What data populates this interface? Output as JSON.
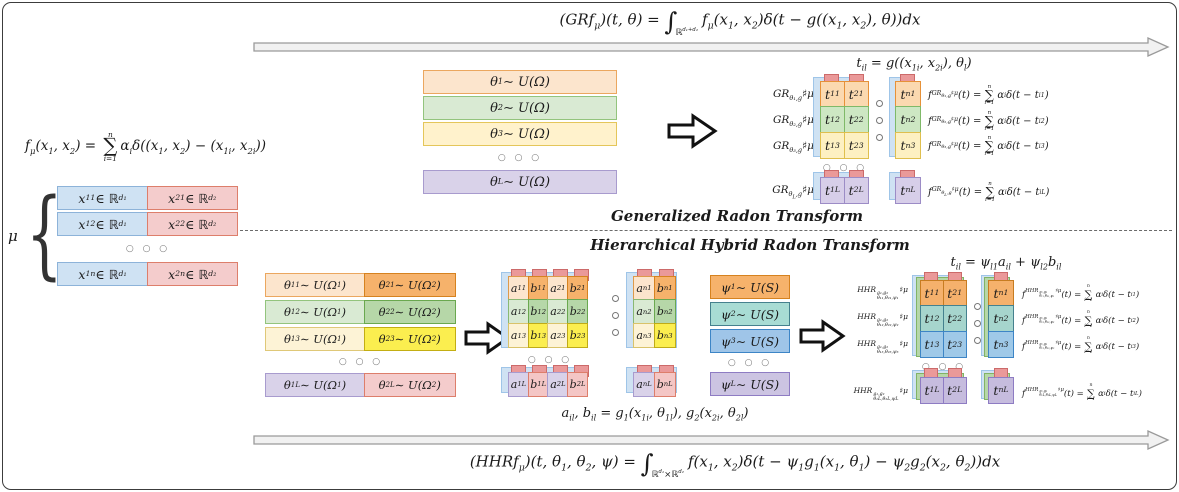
{
  "palette": {
    "frame_border": "#3c3c3c",
    "flow_arrow_fill": "#f1f1f1",
    "flow_arrow_stroke": "#9a9a9a",
    "backing_blue_fill": "#cfe2f3",
    "backing_blue_border": "#9fc5e8",
    "backing_green_fill": "#b6d7a8",
    "backing_green_border": "#82b366",
    "tab_red_fill": "#ea9999",
    "tab_red_border": "#cc6a6a"
  },
  "top": {
    "formula": "(GRf<sub>μ</sub>)(t, θ) = <span class='int'>∫</span><span class='isub'>ℝ<sup>d₁+d₂</sup></span>f<sub>μ</sub>(x<sub>1</sub>, x<sub>2</sub>)δ(t − g((x<sub>1</sub>, x<sub>2</sub>), θ))dx"
  },
  "left": {
    "formula": "f<sub>μ</sub>(x<sub>1</sub>, x<sub>2</sub>) = <span class='sum'><span>n</span><b>∑</b><span>i=1</span></span>α<sub>i</sub>δ((x<sub>1</sub>, x<sub>2</sub>) − (x<sub>1i</sub>, x<sub>2i</sub>))",
    "mu": "μ",
    "table": {
      "col1_fill": "#cfe2f3",
      "col1_border": "#8db3d9",
      "col2_fill": "#f4cccc",
      "col2_border": "#dd7e6b",
      "rows": [
        [
          "x<sub>11</sub> ∈ ℝ<sup>d₁</sup>",
          "x<sub>21</sub> ∈ ℝ<sup>d₂</sup>"
        ],
        [
          "x<sub>12</sub> ∈ ℝ<sup>d₁</sup>",
          "x<sub>22</sub> ∈ ℝ<sup>d₂</sup>"
        ]
      ],
      "dots": "○ ○ ○",
      "last_row": [
        "x<sub>1n</sub> ∈ ℝ<sup>d₁</sup>",
        "x<sub>2n</sub> ∈ ℝ<sup>d₂</sup>"
      ]
    }
  },
  "gr": {
    "section_label": "Generalized Radon Transform",
    "stack": {
      "rows": [
        {
          "text": "θ<sub>1</sub> ∼ U(Ω)",
          "fill": "#fce5cd",
          "border": "#eba75f"
        },
        {
          "text": "θ<sub>2</sub> ∼ U(Ω)",
          "fill": "#d9ead3",
          "border": "#93c47d"
        },
        {
          "text": "θ<sub>3</sub> ∼ U(Ω)",
          "fill": "#fff2cc",
          "border": "#e4c65a"
        },
        {
          "text": "θ<sub>L</sub> ∼ U(Ω)",
          "fill": "#d9d2e9",
          "border": "#a89bce"
        }
      ],
      "dots": "○ ○ ○"
    },
    "header": "t<sub>il</sub> = g((x<sub>1i</sub>, x<sub>2i</sub>), θ<sub>l</sub>)",
    "rows": [
      {
        "label": "GR<sub>θ₁,g</sub>♯μ",
        "t1": "t<sub>11</sub>",
        "t2": "t<sub>21</sub>",
        "tn": "t<sub>n1</sub>",
        "formula": "f<sub>GR<sub>θ₁,g</sub>♯μ</sub>(t) = <span class='sum sm'><span>n</span><b>∑</b><span>i=1</span></span>α<sub>i</sub>δ(t − t<sub>i1</sub>)",
        "fill": "#fbd9b0",
        "border": "#e69138"
      },
      {
        "label": "GR<sub>θ₂,g</sub>♯μ",
        "t1": "t<sub>12</sub>",
        "t2": "t<sub>22</sub>",
        "tn": "t<sub>n2</sub>",
        "formula": "f<sub>GR<sub>θ₂,g</sub>♯μ</sub>(t) = <span class='sum sm'><span>n</span><b>∑</b><span>i=1</span></span>α<sub>i</sub>δ(t − t<sub>i2</sub>)",
        "fill": "#cde7c3",
        "border": "#7fb968"
      },
      {
        "label": "GR<sub>θ₃,g</sub>♯μ",
        "t1": "t<sub>13</sub>",
        "t2": "t<sub>23</sub>",
        "tn": "t<sub>n3</sub>",
        "formula": "f<sub>GR<sub>θ₃,g</sub>♯μ</sub>(t) = <span class='sum sm'><span>n</span><b>∑</b><span>i=1</span></span>α<sub>i</sub>δ(t − t<sub>i3</sub>)",
        "fill": "#fdf0c2",
        "border": "#dfbf4e"
      },
      {
        "label": "GR<sub>θ<sub>L</sub>,g</sub>♯μ",
        "t1": "t<sub>1L</sub>",
        "t2": "t<sub>2L</sub>",
        "tn": "t<sub>nL</sub>",
        "formula": "f<sub>GR<sub>θ<sub>L</sub>,g</sub>♯μ</sub>(t) = <span class='sum sm'><span>n</span><b>∑</b><span>i=1</span></span>α<sub>i</sub>δ(t − t<sub>iL</sub>)",
        "fill": "#d7cee9",
        "border": "#9c8cc6"
      }
    ],
    "grid_dots": "○ ○ ○"
  },
  "hhr": {
    "section_label": "Hierarchical Hybrid Radon Transform",
    "theta": {
      "rows": [
        {
          "c1": {
            "text": "θ<sub>11</sub> ∼ U(Ω<sub>1</sub>)",
            "fill": "#fce5cd",
            "border": "#eba75f"
          },
          "c2": {
            "text": "θ<sub>21</sub> ∼ U(Ω<sub>2</sub>)",
            "fill": "#f6b26b",
            "border": "#d6821f"
          }
        },
        {
          "c1": {
            "text": "θ<sub>12</sub> ∼ U(Ω<sub>1</sub>)",
            "fill": "#d9ead3",
            "border": "#93c47d"
          },
          "c2": {
            "text": "θ<sub>22</sub> ∼ U(Ω<sub>2</sub>)",
            "fill": "#b6d7a8",
            "border": "#6aa84f"
          }
        },
        {
          "c1": {
            "text": "θ<sub>13</sub> ∼ U(Ω<sub>1</sub>)",
            "fill": "#fdf3d6",
            "border": "#dfc878"
          },
          "c2": {
            "text": "θ<sub>23</sub> ∼ U(Ω<sub>2</sub>)",
            "fill": "#fbee4f",
            "border": "#c3ae13"
          }
        },
        {
          "c1": {
            "text": "θ<sub>1L</sub> ∼ U(Ω<sub>1</sub>)",
            "fill": "#d9d2e9",
            "border": "#a89bce"
          },
          "c2": {
            "text": "θ<sub>2L</sub> ∼ U(Ω<sub>2</sub>)",
            "fill": "#f4cccc",
            "border": "#dd7e6b"
          }
        }
      ],
      "dots": "○ ○ ○"
    },
    "ab": {
      "rows": [
        {
          "cells": [
            {
              "text": "a<sub>11</sub>",
              "fill": "#fce5cd",
              "border": "#dd9a4b"
            },
            {
              "text": "b<sub>11</sub>",
              "fill": "#f6b26b",
              "border": "#d6821f"
            },
            {
              "text": "a<sub>21</sub>",
              "fill": "#fce5cd",
              "border": "#dd9a4b"
            },
            {
              "text": "b<sub>21</sub>",
              "fill": "#f6b26b",
              "border": "#d6821f"
            }
          ]
        },
        {
          "cells": [
            {
              "text": "a<sub>12</sub>",
              "fill": "#d9ead3",
              "border": "#8ab873"
            },
            {
              "text": "b<sub>12</sub>",
              "fill": "#b6d7a8",
              "border": "#6aa84f"
            },
            {
              "text": "a<sub>22</sub>",
              "fill": "#d9ead3",
              "border": "#8ab873"
            },
            {
              "text": "b<sub>22</sub>",
              "fill": "#b6d7a8",
              "border": "#6aa84f"
            }
          ]
        },
        {
          "cells": [
            {
              "text": "a<sub>13</sub>",
              "fill": "#fdf3d6",
              "border": "#d9c36a"
            },
            {
              "text": "b<sub>13</sub>",
              "fill": "#fbee4f",
              "border": "#bfab17"
            },
            {
              "text": "a<sub>23</sub>",
              "fill": "#fdf3d6",
              "border": "#d9c36a"
            },
            {
              "text": "b<sub>23</sub>",
              "fill": "#fbee4f",
              "border": "#bfab17"
            }
          ]
        },
        {
          "cells": [
            {
              "text": "a<sub>1L</sub>",
              "fill": "#d9d2e9",
              "border": "#a89bce"
            },
            {
              "text": "b<sub>1L</sub>",
              "fill": "#f4c6c5",
              "border": "#dd7e6b"
            },
            {
              "text": "a<sub>2L</sub>",
              "fill": "#d9d2e9",
              "border": "#a89bce"
            },
            {
              "text": "b<sub>2L</sub>",
              "fill": "#f4c6c5",
              "border": "#dd7e6b"
            }
          ]
        }
      ],
      "dots": "○ ○ ○"
    },
    "an": {
      "rows": [
        {
          "cells": [
            {
              "text": "a<sub>n1</sub>",
              "fill": "#fce5cd",
              "border": "#dd9a4b"
            },
            {
              "text": "b<sub>n1</sub>",
              "fill": "#f6b26b",
              "border": "#d6821f"
            }
          ]
        },
        {
          "cells": [
            {
              "text": "a<sub>n2</sub>",
              "fill": "#d9ead3",
              "border": "#8ab873"
            },
            {
              "text": "b<sub>n2</sub>",
              "fill": "#b6d7a8",
              "border": "#6aa84f"
            }
          ]
        },
        {
          "cells": [
            {
              "text": "a<sub>n3</sub>",
              "fill": "#fdf3d6",
              "border": "#d9c36a"
            },
            {
              "text": "b<sub>n3</sub>",
              "fill": "#fbee4f",
              "border": "#bfab17"
            }
          ]
        },
        {
          "cells": [
            {
              "text": "a<sub>nL</sub>",
              "fill": "#d9d2e9",
              "border": "#a89bce"
            },
            {
              "text": "b<sub>nL</sub>",
              "fill": "#f4c6c5",
              "border": "#dd7e6b"
            }
          ]
        }
      ]
    },
    "psi": {
      "rows": [
        {
          "text": "ψ<sub>1</sub> ∼ U(S)",
          "fill": "#f6b26b",
          "border": "#d6821f"
        },
        {
          "text": "ψ<sub>2</sub> ∼ U(S)",
          "fill": "#a8dcd4",
          "border": "#45818e"
        },
        {
          "text": "ψ<sub>3</sub> ∼ U(S)",
          "fill": "#9fc5e8",
          "border": "#3d85c6"
        },
        {
          "text": "ψ<sub>L</sub> ∼ U(S)",
          "fill": "#ccc4e2",
          "border": "#8e7cc3"
        }
      ],
      "dots": "○ ○ ○"
    },
    "header": "t<sub>il</sub> = ψ<sub>l1</sub>a<sub>il</sub> + ψ<sub>l2</sub>b<sub>il</sub>",
    "ab_def": "a<sub>il</sub>, b<sub>il</sub> = g<sub>1</sub>(x<sub>1i</sub>, θ<sub>1l</sub>), g<sub>2</sub>(x<sub>2i</sub>, θ<sub>2l</sub>)",
    "rows": [
      {
        "label": "HHR<span class='ss'><span>g₁,g₂</span><span>θ₁₁,θ₂₁,ψ₁</span></span>♯μ",
        "t1": "t<sub>11</sub>",
        "t2": "t<sub>21</sub>",
        "tn": "t<sub>n1</sub>",
        "formula": "f<sub>HHR<span class='ss'><span>g₁,g₂</span><span>θ₁₁,θ₂₁,ψ₁</span></span>♯μ</sub>(t) = <span class='sum sm'><span>n</span><b>∑</b><span>i=1</span></span>α<sub>i</sub>δ(t − t<sub>i1</sub>)",
        "fill": "#f5b16c",
        "border": "#c77c21"
      },
      {
        "label": "HHR<span class='ss'><span>g₁,g₂</span><span>θ₁₂,θ₂₂,ψ₂</span></span>♯μ",
        "t1": "t<sub>12</sub>",
        "t2": "t<sub>22</sub>",
        "tn": "t<sub>n2</sub>",
        "formula": "f<sub>HHR<span class='ss'><span>g₁,g₂</span><span>θ₁₂,θ₂₂,ψ₂</span></span>♯μ</sub>(t) = <span class='sum sm'><span>n</span><b>∑</b><span>i=1</span></span>α<sub>i</sub>δ(t − t<sub>i2</sub>)",
        "fill": "#a6d5cd",
        "border": "#45818e"
      },
      {
        "label": "HHR<span class='ss'><span>g₁,g₂</span><span>θ₁₃,θ₂₃,ψ₃</span></span>♯μ",
        "t1": "t<sub>13</sub>",
        "t2": "t<sub>23</sub>",
        "tn": "t<sub>n3</sub>",
        "formula": "f<sub>HHR<span class='ss'><span>g₁,g₂</span><span>θ₁₃,θ₂₃,ψ₃</span></span>♯μ</sub>(t) = <span class='sum sm'><span>n</span><b>∑</b><span>i=1</span></span>α<sub>i</sub>δ(t − t<sub>i3</sub>)",
        "fill": "#9fc9e8",
        "border": "#3d85c6"
      },
      {
        "label": "HHR<span class='ss'><span>g₁,g₂</span><span>θ₁L,θ₂L,ψL</span></span>♯μ",
        "t1": "t<sub>1L</sub>",
        "t2": "t<sub>2L</sub>",
        "tn": "t<sub>nL</sub>",
        "formula": "f<sub>HHR<span class='ss'><span>g₁,g₂</span><span>θ₁L,θ₂L,ψL</span></span>♯μ</sub>(t) = <span class='sum sm'><span>n</span><b>∑</b><span>i=1</span></span>α<sub>i</sub>δ(t − t<sub>iL</sub>)",
        "fill": "#c6bcde",
        "border": "#8e7cc3"
      }
    ],
    "grid_dots": "○ ○ ○"
  },
  "bottom": {
    "formula": "(HHRf<sub>μ</sub>)(t, θ<sub>1</sub>, θ<sub>2</sub>, ψ) = <span class='int'>∫</span><span class='isub'>ℝ<sup>d₁</sup>×ℝ<sup>d₂</sup></span>f(x<sub>1</sub>, x<sub>2</sub>)δ(t − ψ<sub>1</sub>g<sub>1</sub>(x<sub>1</sub>, θ<sub>1</sub>) − ψ<sub>2</sub>g<sub>2</sub>(x<sub>2</sub>, θ<sub>2</sub>))dx"
  }
}
